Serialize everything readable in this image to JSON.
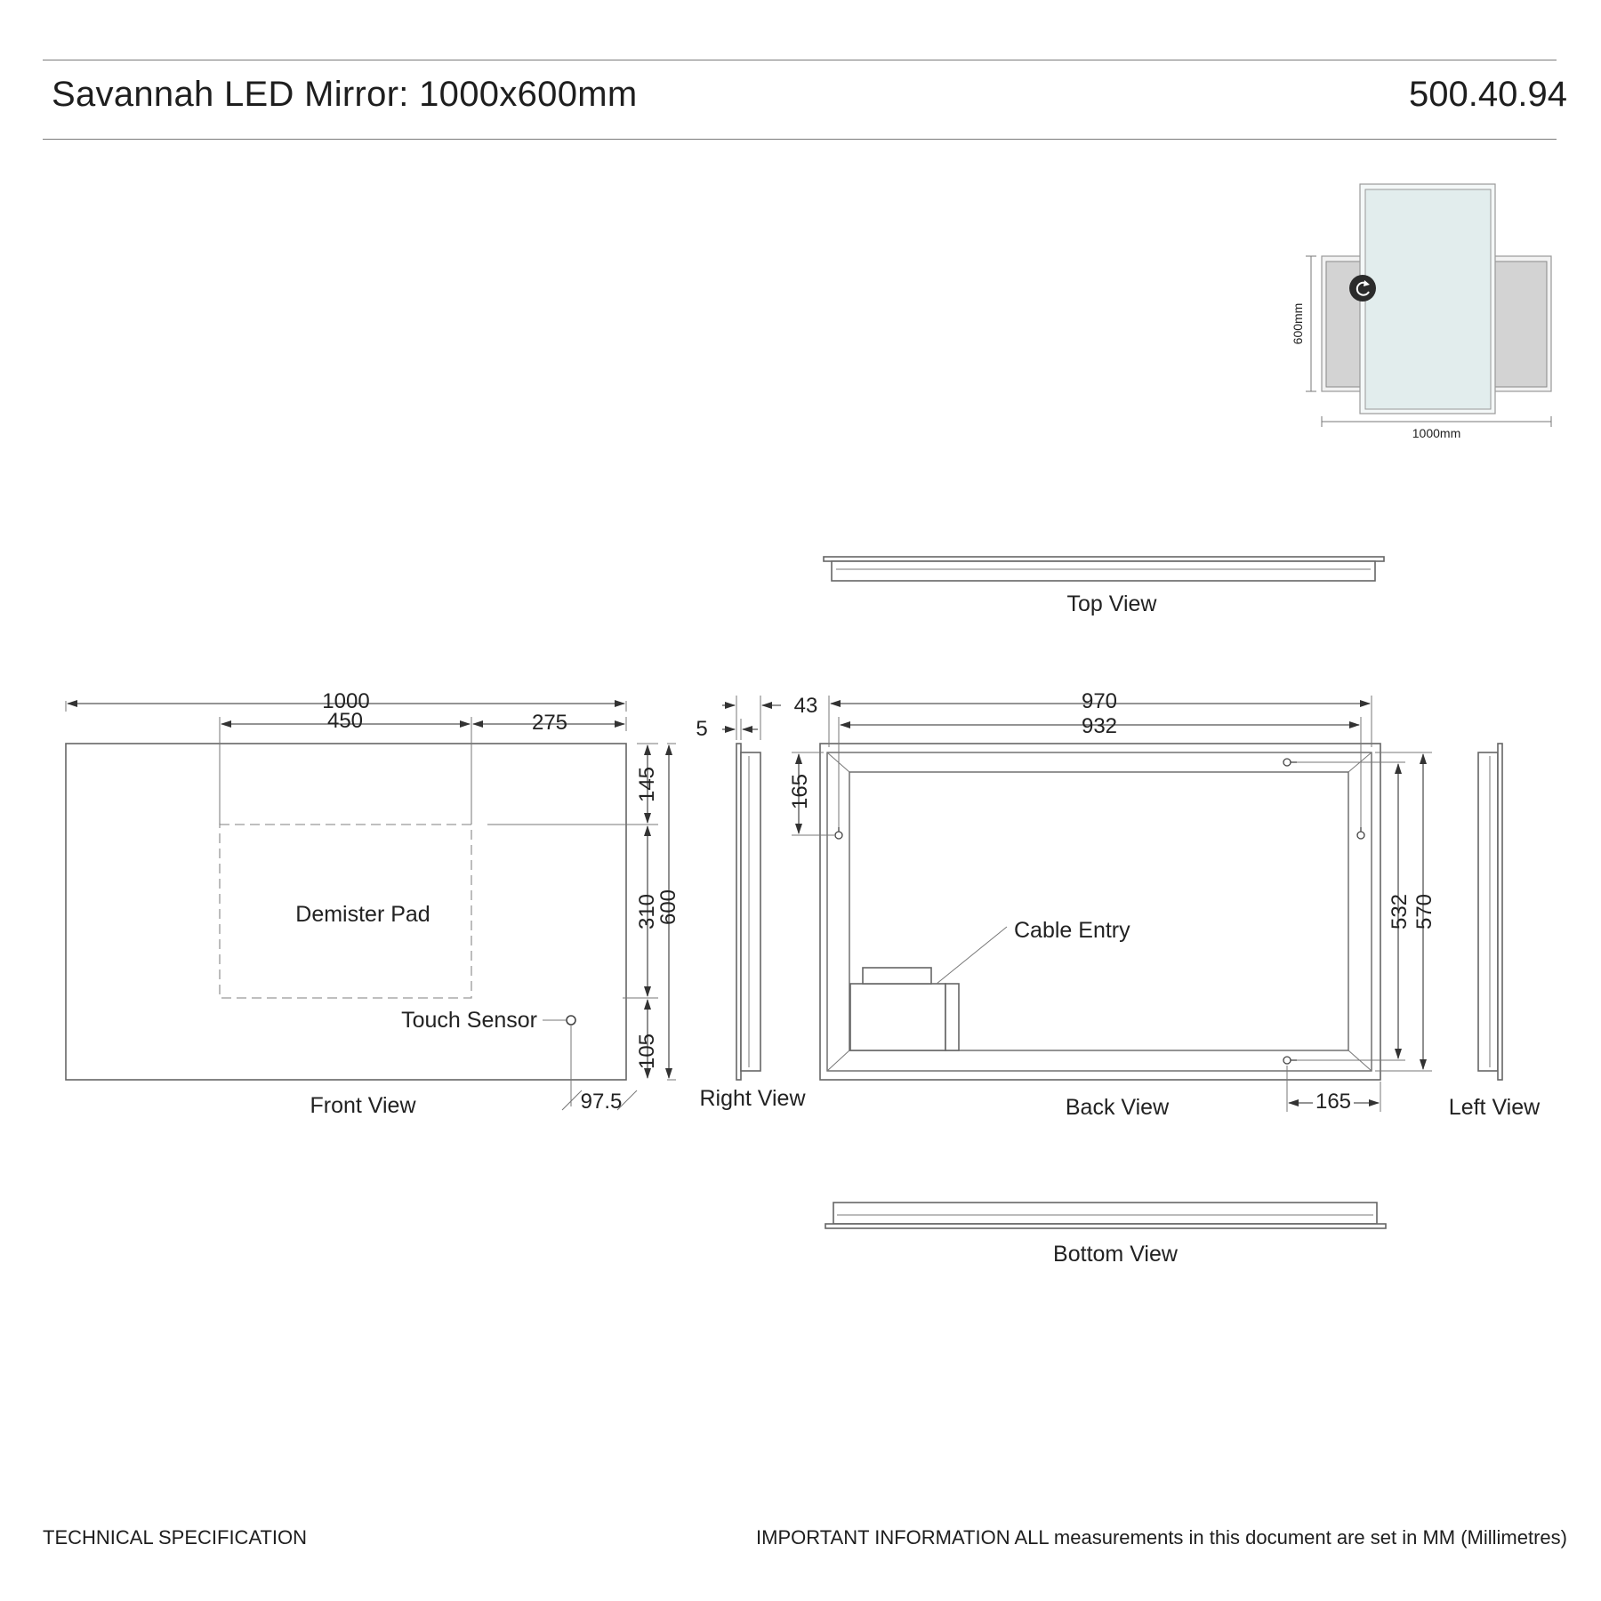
{
  "header": {
    "title": "Savannah LED Mirror: 1000x600mm",
    "code": "500.40.94"
  },
  "footer": {
    "left": "TECHNICAL SPECIFICATION",
    "right": "IMPORTANT INFORMATION ALL measurements in this document are set in MM (Millimetres)"
  },
  "thumbnail": {
    "height_label": "600mm",
    "width_label": "1000mm",
    "icon": "rotate-icon"
  },
  "views": {
    "top": "Top View",
    "front": "Front View",
    "right": "Right View",
    "back": "Back View",
    "left": "Left View",
    "bottom": "Bottom View"
  },
  "front": {
    "demister_label": "Demister Pad",
    "touch_label": "Touch Sensor",
    "dim_width": "1000",
    "dim_pad_width": "450",
    "dim_right_offset": "275",
    "dim_top_offset": "145",
    "dim_pad_height": "310",
    "dim_height": "600",
    "dim_bottom_offset": "105",
    "dim_sensor_offset": "97.5"
  },
  "side": {
    "dim_depth": "43",
    "dim_glass": "5"
  },
  "back": {
    "cable_label": "Cable Entry",
    "dim_outer_width": "970",
    "dim_inner_width": "932",
    "dim_hook_drop": "165",
    "dim_inner_height": "532",
    "dim_outer_height": "570",
    "dim_hook_offset": "165"
  },
  "colors": {
    "line": "#555555",
    "thumb_glass": "#dfeceb",
    "thumb_back": "#d3d3d3"
  }
}
